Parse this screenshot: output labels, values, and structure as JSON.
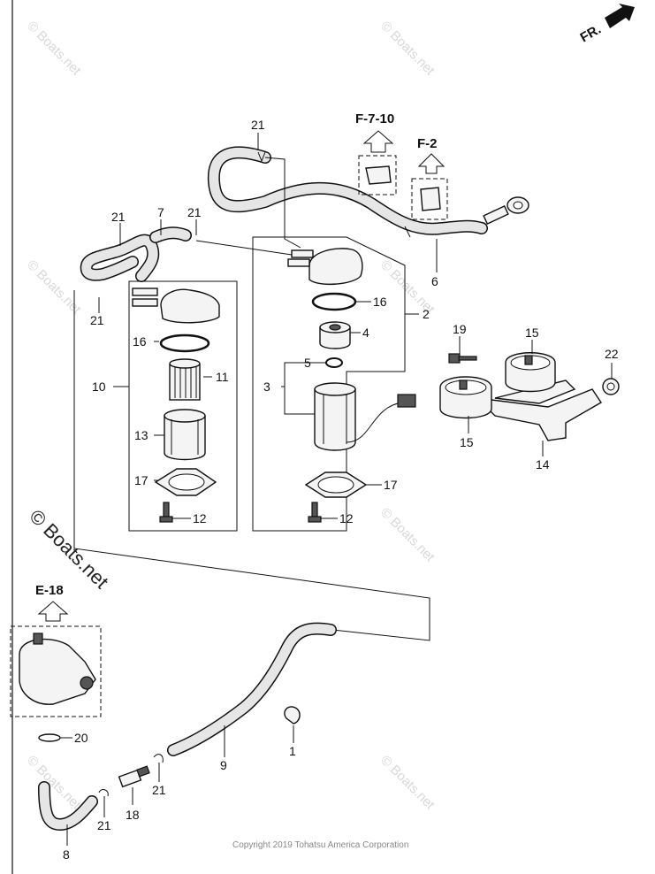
{
  "watermark": {
    "text": "© Boats.net"
  },
  "direction": {
    "label": "FR."
  },
  "references": {
    "f7_10": "F-7-10",
    "f2": "F-2",
    "e18": "E-18"
  },
  "callouts": {
    "c1": "1",
    "c2": "2",
    "c3": "3",
    "c4": "4",
    "c5": "5",
    "c6": "6",
    "c7": "7",
    "c8": "8",
    "c9": "9",
    "c10": "10",
    "c11": "11",
    "c12a": "12",
    "c12b": "12",
    "c13": "13",
    "c14": "14",
    "c15a": "15",
    "c15b": "15",
    "c16a": "16",
    "c16b": "16",
    "c17a": "17",
    "c17b": "17",
    "c18": "18",
    "c19": "19",
    "c20": "20",
    "c21a": "21",
    "c21b": "21",
    "c21c": "21",
    "c21d": "21",
    "c21e": "21",
    "c21f": "21",
    "c22": "22"
  },
  "copyright": "Copyright 2019 Tohatsu America Corporation"
}
